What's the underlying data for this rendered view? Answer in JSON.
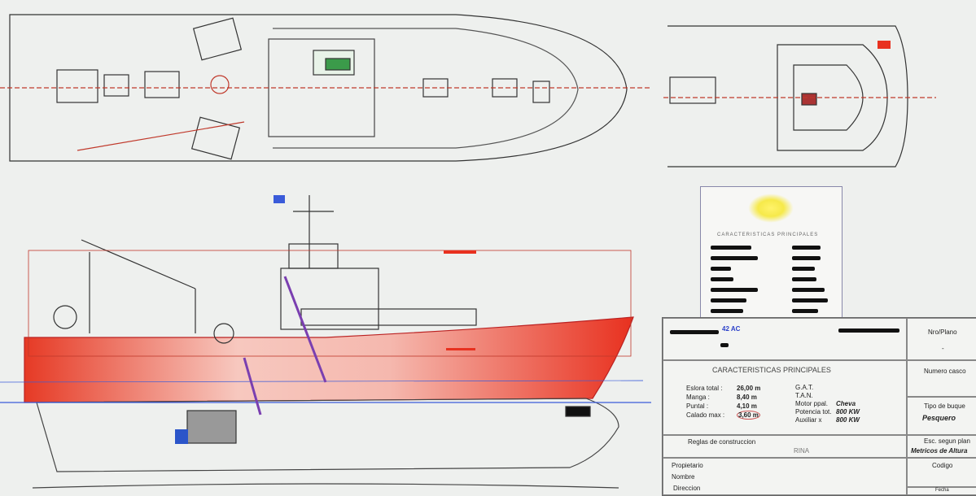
{
  "title_block": {
    "project_code": "42 AC",
    "heading": "CARACTERISTICAS PRINCIPALES",
    "dimensions": [
      {
        "label": "Eslora total :",
        "value": "26,00 m"
      },
      {
        "label": "Manga :",
        "value": "8,40 m"
      },
      {
        "label": "Puntal :",
        "value": "4,10 m"
      },
      {
        "label": "Calado max :",
        "value": "3,60 m"
      }
    ],
    "specs": [
      {
        "label": "G.A.T.",
        "value": ""
      },
      {
        "label": "T.A.N.",
        "value": ""
      },
      {
        "label": "Motor ppal.",
        "value": "Cheva"
      },
      {
        "label": "Potencia tot.",
        "value": "800 KW"
      },
      {
        "label": "Auxiliar x",
        "value": "800 KW"
      }
    ],
    "rules_label": "Reglas de construccion",
    "rules_value": "RINA",
    "owner_labels": [
      "Propietario",
      "Nombre",
      "Direccion"
    ],
    "side": [
      {
        "label": "Nro/Plano",
        "value": "-"
      },
      {
        "label": "Numero casco",
        "value": ""
      },
      {
        "label": "Tipo de buque",
        "value": "Pesquero"
      },
      {
        "label": "Esc. segun plan",
        "value": "Metricos de Altura"
      },
      {
        "label": "Codigo",
        "value": ""
      },
      {
        "label": "Fecha",
        "value": ""
      }
    ]
  },
  "card": {
    "heading": "CARACTERISTICAS PRINCIPALES"
  },
  "colors": {
    "hull_red": "#e8311f",
    "centerline": "#c0392b",
    "waterline": "#3a5bd9"
  }
}
